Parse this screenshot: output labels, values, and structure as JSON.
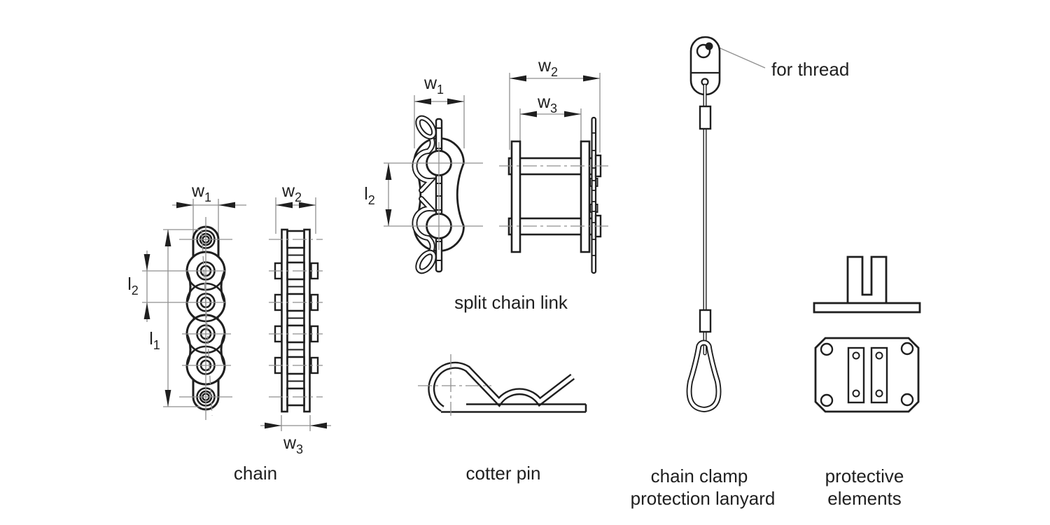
{
  "title": "chain components technical diagram",
  "colors": {
    "ink": "#1f1f1f",
    "dim_line": "#8f8f8f",
    "background": "#ffffff"
  },
  "captions": {
    "chain": "chain",
    "split_chain_link": "split chain link",
    "cotter_pin": "cotter pin",
    "chain_clamp_line1": "chain clamp",
    "chain_clamp_line2": "protection lanyard",
    "protective_line1": "protective",
    "protective_line2": "elements"
  },
  "annotations": {
    "for_thread": "for thread"
  },
  "dimensions": {
    "w1": {
      "base": "w",
      "sub": "1"
    },
    "w2": {
      "base": "w",
      "sub": "2"
    },
    "w3": {
      "base": "w",
      "sub": "3"
    },
    "l1": {
      "base": "l",
      "sub": "1"
    },
    "l2": {
      "base": "l",
      "sub": "2"
    }
  }
}
